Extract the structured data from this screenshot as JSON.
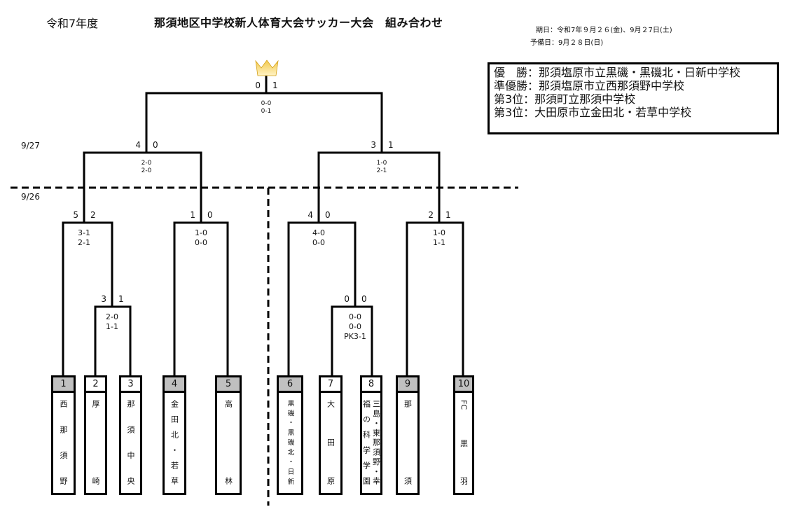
{
  "header": {
    "year": "令和7年度",
    "title": "那須地区中学校新人体育大会サッカー大会　組み合わせ",
    "dates": "期日：令和7年９月２６(金)、9月２7日(土)",
    "reserve_date": "予備日：9月２８日(日)"
  },
  "results": [
    "優　勝：那須塩原市立黒磯・黒磯北・日新中学校",
    "準優勝：那須塩原市立西那須野中学校",
    "第3位：那須町立那須中学校",
    "第3位：大田原市立金田北・若草中学校"
  ],
  "day_labels": {
    "day2": "9/27",
    "day1": "9/26"
  },
  "icons": {
    "trophy": "crown-icon"
  },
  "teams": [
    {
      "num": "1",
      "seeded": true,
      "name_cols": [
        "西那須野"
      ]
    },
    {
      "num": "2",
      "seeded": false,
      "name_cols": [
        "厚崎"
      ]
    },
    {
      "num": "3",
      "seeded": false,
      "name_cols": [
        "那須中央"
      ]
    },
    {
      "num": "4",
      "seeded": true,
      "name_cols": [
        "金田北・若草"
      ]
    },
    {
      "num": "5",
      "seeded": true,
      "name_cols": [
        "高林"
      ]
    },
    {
      "num": "6",
      "seeded": true,
      "name_cols": [
        "黒磯・黒磯北・日新"
      ]
    },
    {
      "num": "7",
      "seeded": false,
      "name_cols": [
        "大田原"
      ]
    },
    {
      "num": "8",
      "seeded": false,
      "name_cols": [
        "三島・東那須野・幸",
        "福の科学学園"
      ]
    },
    {
      "num": "9",
      "seeded": true,
      "name_cols": [
        "那須"
      ]
    },
    {
      "num": "10",
      "seeded": true,
      "name_cols": [
        "FC黒羽"
      ]
    }
  ],
  "matches": {
    "r1_2v3": {
      "left": "3",
      "right": "1",
      "detail": [
        "2-0",
        "1-1"
      ]
    },
    "qf_1": {
      "left": "5",
      "right": "2",
      "detail": [
        "3-1",
        "2-1"
      ]
    },
    "qf_4v5": {
      "left": "1",
      "right": "0",
      "detail": [
        "1-0",
        "0-0"
      ]
    },
    "r1_7v8": {
      "left": "0",
      "right": "0",
      "detail": [
        "0-0",
        "0-0",
        "PK3-1"
      ]
    },
    "qf_6": {
      "left": "4",
      "right": "0",
      "detail": [
        "4-0",
        "0-0"
      ]
    },
    "qf_9v10": {
      "left": "2",
      "right": "1",
      "detail": [
        "1-0",
        "1-1"
      ]
    },
    "sf_left": {
      "left": "4",
      "right": "0",
      "detail": [
        "2-0",
        "2-0"
      ]
    },
    "sf_right": {
      "left": "3",
      "right": "1",
      "detail": [
        "1-0",
        "2-1"
      ]
    },
    "final": {
      "left": "0",
      "right": "1",
      "detail": [
        "0-0",
        "0-1"
      ]
    }
  }
}
